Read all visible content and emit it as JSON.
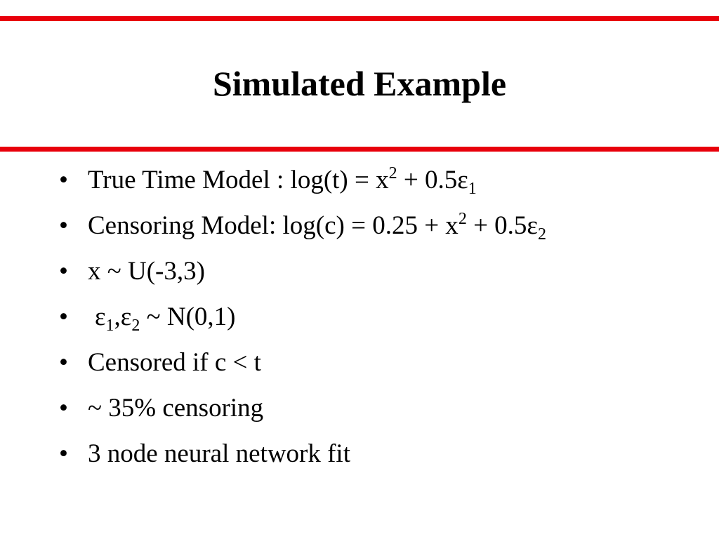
{
  "colors": {
    "rule": "#e8000b",
    "text": "#000000",
    "background": "#ffffff"
  },
  "slide": {
    "title": "Simulated Example",
    "bullet_glyph": "•",
    "bullets": [
      {
        "p1": "True Time Model : log(t) = x",
        "s1": "2",
        "p2": " + 0.5ε",
        "s2": "1"
      },
      {
        "p1": "Censoring Model: log(c) = 0.25 + x",
        "s1": "2",
        "p2": " + 0.5ε",
        "s2": "2"
      },
      {
        "text": "x ~ U(-3,3)"
      },
      {
        "p1": "ε",
        "s1": "1",
        "p2": ",ε",
        "s2": "2",
        "p3": " ~ N(0,1)"
      },
      {
        "text": "Censored if c < t"
      },
      {
        "text": "~ 35% censoring"
      },
      {
        "text": "3 node neural network fit"
      }
    ]
  }
}
